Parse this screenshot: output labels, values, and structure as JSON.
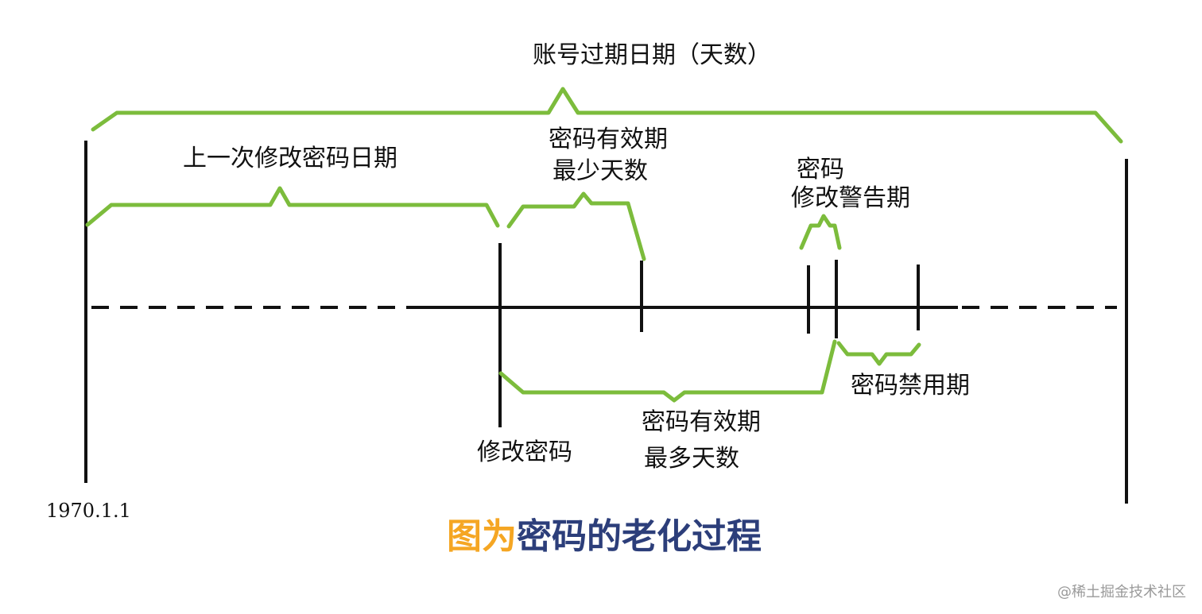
{
  "labels": {
    "account_expiry": "账号过期日期（天数）",
    "last_change": "上一次修改密码日期",
    "min_days_line1": "密码有效期",
    "min_days_line2": "最少天数",
    "warn_line1": "密码",
    "warn_line2": "修改警告期",
    "change_password": "修改密码",
    "max_days_line1": "密码有效期",
    "max_days_line2": "最多天数",
    "inactive": "密码禁用期",
    "epoch": "1970.1.1"
  },
  "caption": {
    "prefix": "图为",
    "title": "密码的老化过程"
  },
  "watermark": "@稀土掘金技术社区",
  "colors": {
    "bracket": "#7cbc3c",
    "axis": "#111111",
    "caption_prefix": "#f5a623",
    "caption_title": "#2c3e7a",
    "watermark": "#9a9a9a"
  }
}
